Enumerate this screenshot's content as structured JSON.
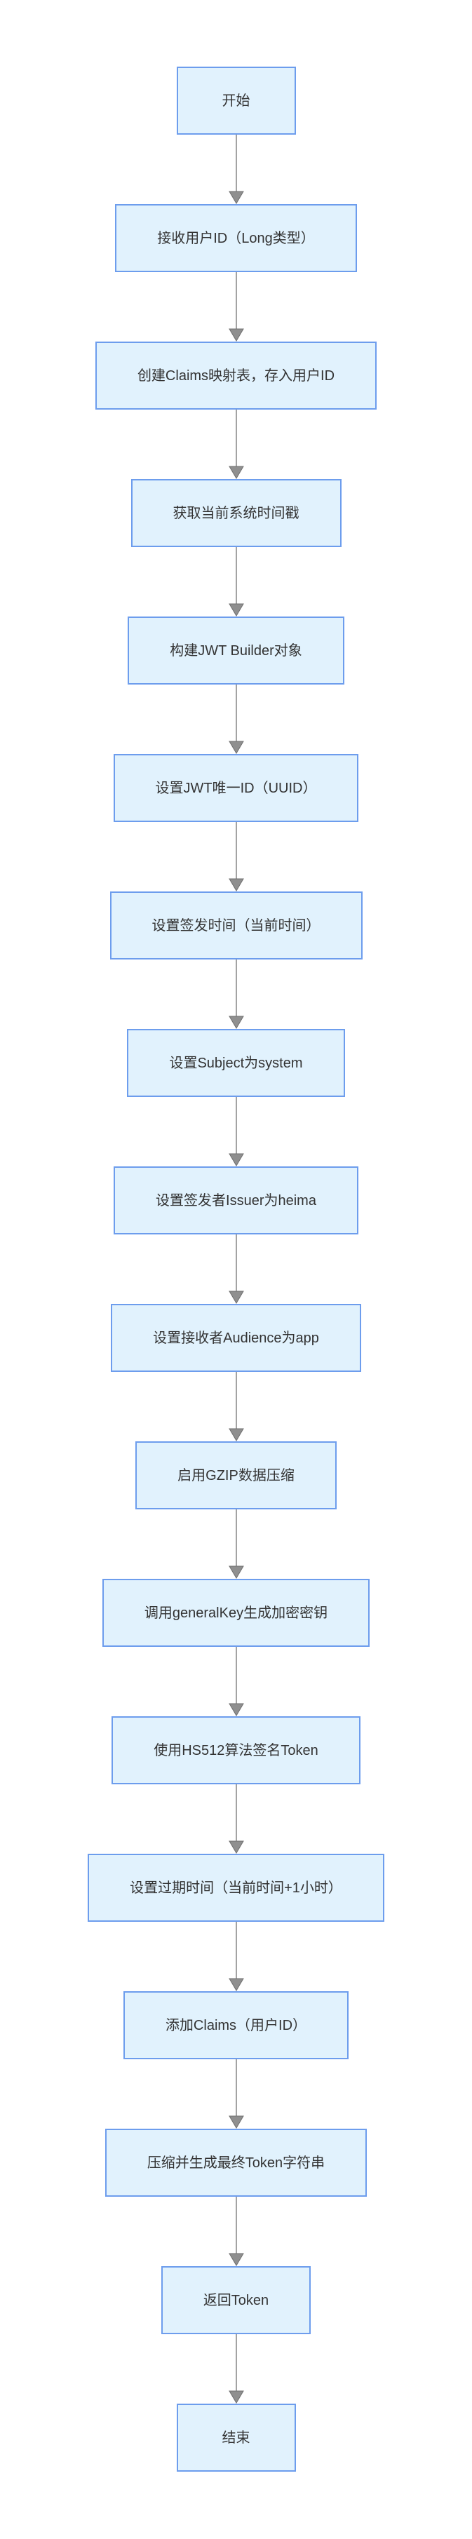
{
  "flowchart": {
    "title": "JWT Token generation flowchart",
    "colors": {
      "node_fill": "#e1f2fd",
      "node_border": "#6d9ded",
      "node_text": "#333333",
      "arrow_line": "#a3a3a3",
      "arrowhead_fill": "#8f8f8f",
      "arrowhead_stroke": "#6f6f6f"
    },
    "connector_icon": "arrow-down",
    "steps": [
      {
        "id": "start",
        "label": "开始"
      },
      {
        "id": "step-1",
        "label": "接收用户ID（Long类型）"
      },
      {
        "id": "step-2",
        "label": "创建Claims映射表，存入用户ID"
      },
      {
        "id": "step-3",
        "label": "获取当前系统时间戳"
      },
      {
        "id": "step-4",
        "label": "构建JWT Builder对象"
      },
      {
        "id": "step-5",
        "label": "设置JWT唯一ID（UUID）"
      },
      {
        "id": "step-6",
        "label": "设置签发时间（当前时间）"
      },
      {
        "id": "step-7",
        "label": "设置Subject为system"
      },
      {
        "id": "step-8",
        "label": "设置签发者Issuer为heima"
      },
      {
        "id": "step-9",
        "label": "设置接收者Audience为app"
      },
      {
        "id": "step-10",
        "label": "启用GZIP数据压缩"
      },
      {
        "id": "step-11",
        "label": "调用generalKey生成加密密钥"
      },
      {
        "id": "step-12",
        "label": "使用HS512算法签名Token"
      },
      {
        "id": "step-13",
        "label": "设置过期时间（当前时间+1小时）"
      },
      {
        "id": "step-14",
        "label": "添加Claims（用户ID）"
      },
      {
        "id": "step-15",
        "label": "压缩并生成最终Token字符串"
      },
      {
        "id": "step-16",
        "label": "返回Token"
      },
      {
        "id": "end",
        "label": "结束"
      }
    ]
  }
}
